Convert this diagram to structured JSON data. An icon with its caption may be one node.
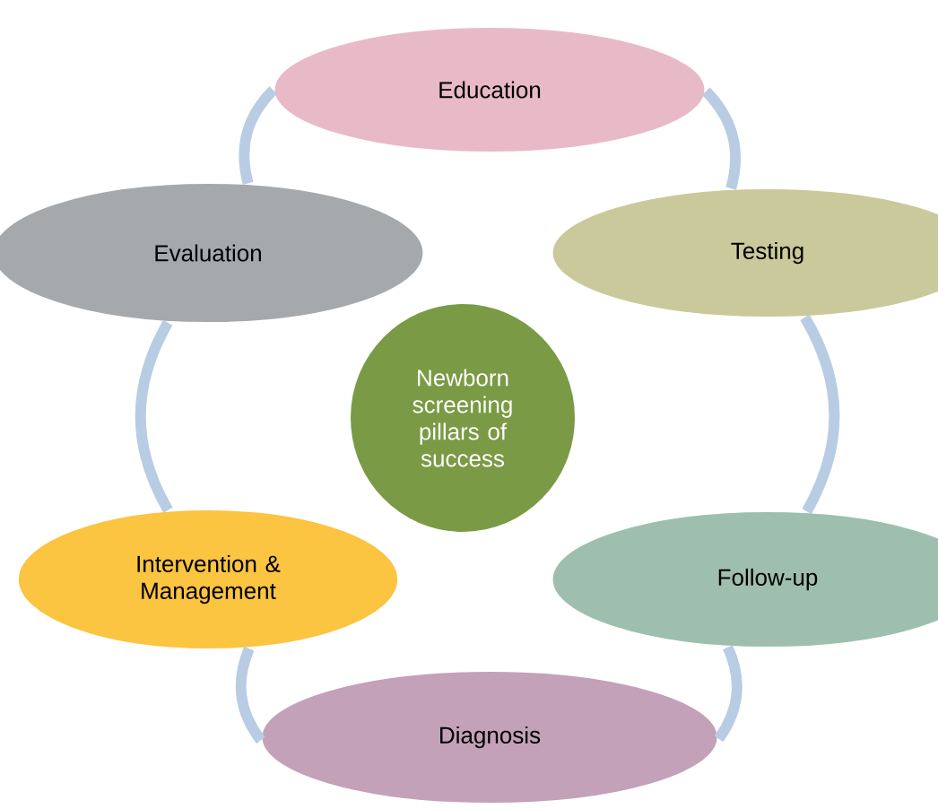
{
  "diagram": {
    "nodes": [
      {
        "text": [
          "Newborn screening pillars of success"
        ]
      },
      {
        "text": [
          "Education"
        ]
      },
      {
        "text": [
          "Testing"
        ]
      },
      {
        "text": [
          "Follow-up"
        ]
      },
      {
        "text": [
          "Diagnosis"
        ]
      },
      {
        "text": [
          "Intervention & Management"
        ]
      },
      {
        "text": [
          "Evaluation"
        ]
      }
    ],
    "edges": [
      {
        "from": 1,
        "to": 2,
        "arrow": "none"
      },
      {
        "from": 2,
        "to": 3,
        "arrow": "none"
      },
      {
        "from": 3,
        "to": 4,
        "arrow": "none"
      },
      {
        "from": 4,
        "to": 5,
        "arrow": "none"
      },
      {
        "from": 5,
        "to": 6,
        "arrow": "none"
      },
      {
        "from": 6,
        "to": 1,
        "arrow": "none"
      }
    ]
  }
}
